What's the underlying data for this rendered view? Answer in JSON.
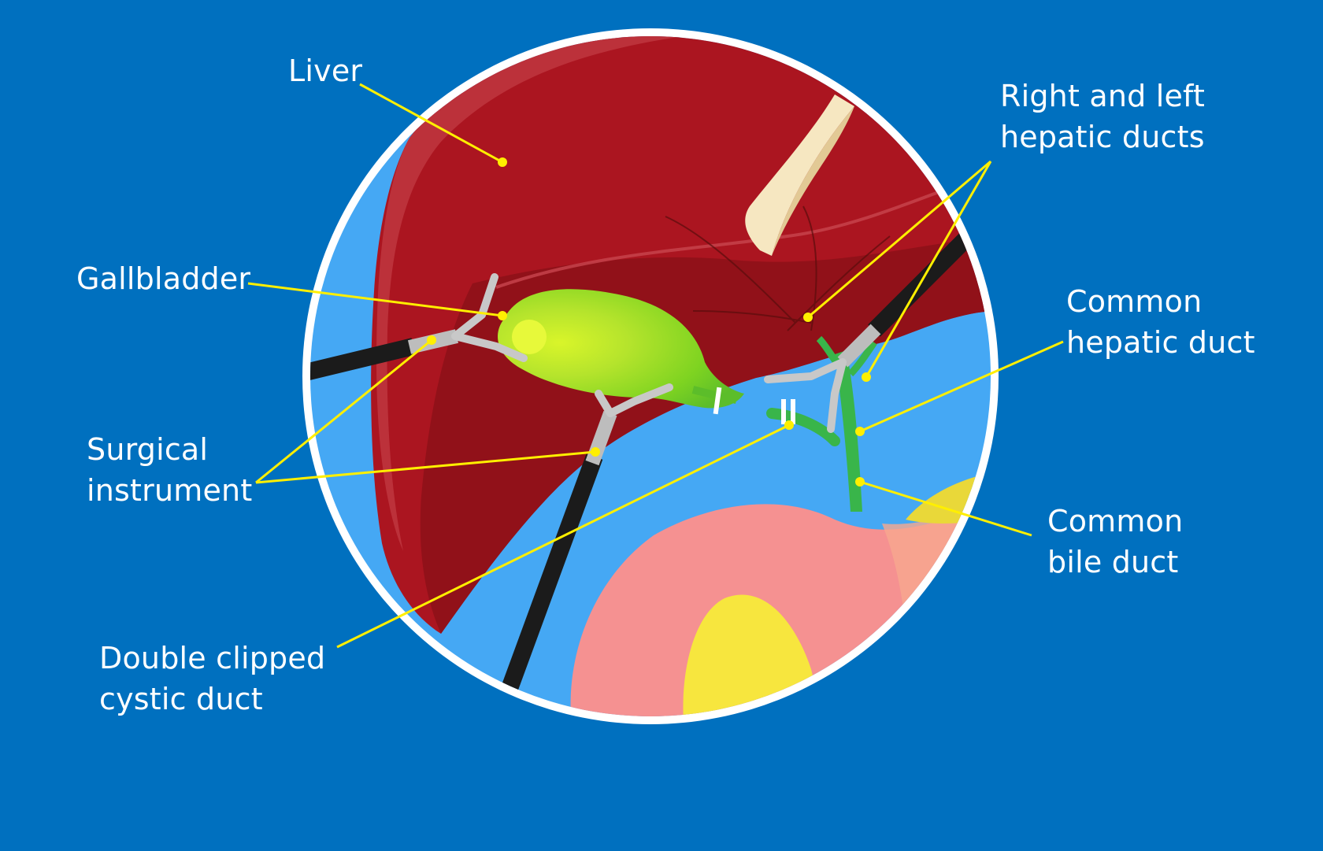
{
  "colors": {
    "background": "#0070bf",
    "circle_rim": "#ffffff",
    "cavity": "#45a8f4",
    "liver": "#ab1520",
    "liver_shadow": "#8a1016",
    "gallbladder": "#7ed321",
    "ducts": "#39b54a",
    "stomach": "#f59191",
    "fat": "#f7e63e",
    "ligament": "#f6e7c1",
    "instrument_shaft": "#1b1b1b",
    "instrument_metal": "#c8c8c8",
    "leader": "#ffef00"
  },
  "labels": {
    "liver": "Liver",
    "gallbladder": "Gallbladder",
    "surgical_instrument": [
      "Surgical",
      "instrument"
    ],
    "double_clipped_cystic_duct": [
      "Double clipped",
      "cystic duct"
    ],
    "right_left_hepatic_ducts": [
      "Right and left",
      "hepatic ducts"
    ],
    "common_hepatic_duct": [
      "Common",
      "hepatic duct"
    ],
    "common_bile_duct": [
      "Common",
      "bile duct"
    ]
  }
}
